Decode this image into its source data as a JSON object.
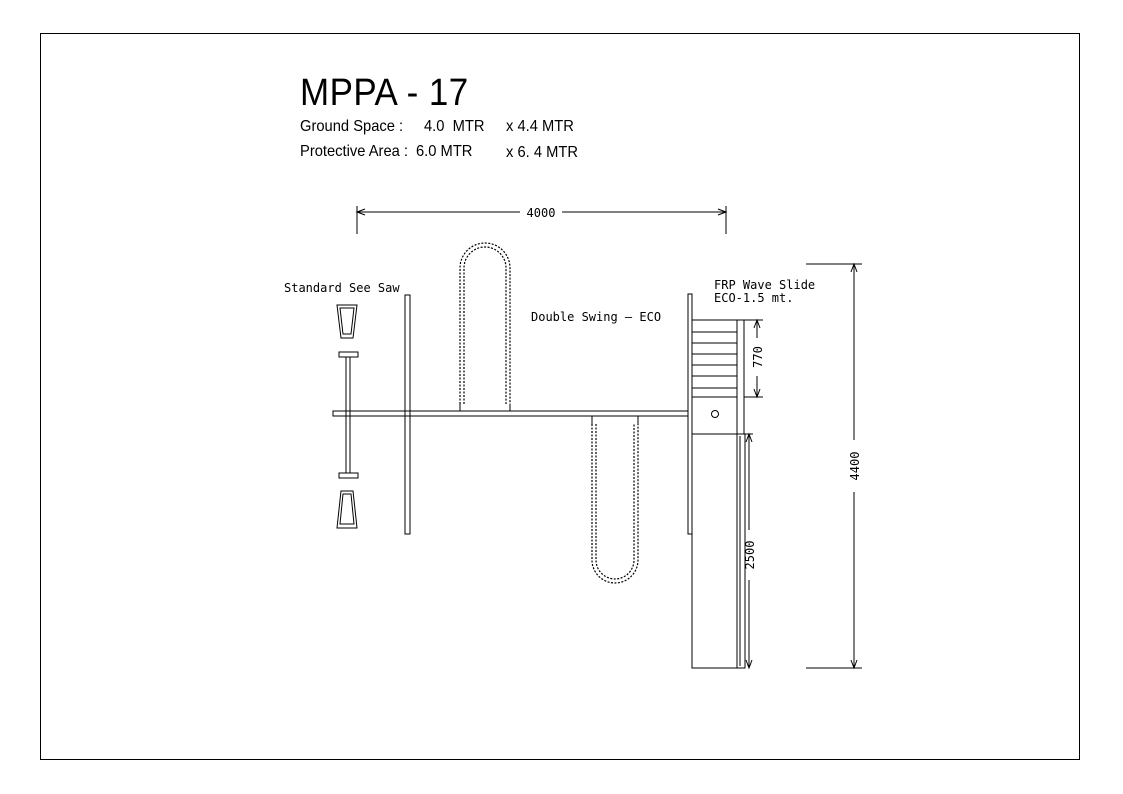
{
  "title": "MPPA - 17",
  "specs": {
    "ground_space": {
      "label": "Ground Space :",
      "width": "4.0  MTR",
      "length": "x 4.4 MTR"
    },
    "protective_area": {
      "label": "Protective Area :",
      "width": "6.0 MTR",
      "length": "x 6. 4 MTR"
    }
  },
  "labels": {
    "see_saw": "Standard See Saw",
    "double_swing": "Double Swing – ECO",
    "slide_line1": "FRP  Wave Slide",
    "slide_line2": "ECO-1.5 mt."
  },
  "dimensions": {
    "overall_width": "4000",
    "overall_length": "4400",
    "platform_height": "770",
    "slide_length": "2500"
  }
}
